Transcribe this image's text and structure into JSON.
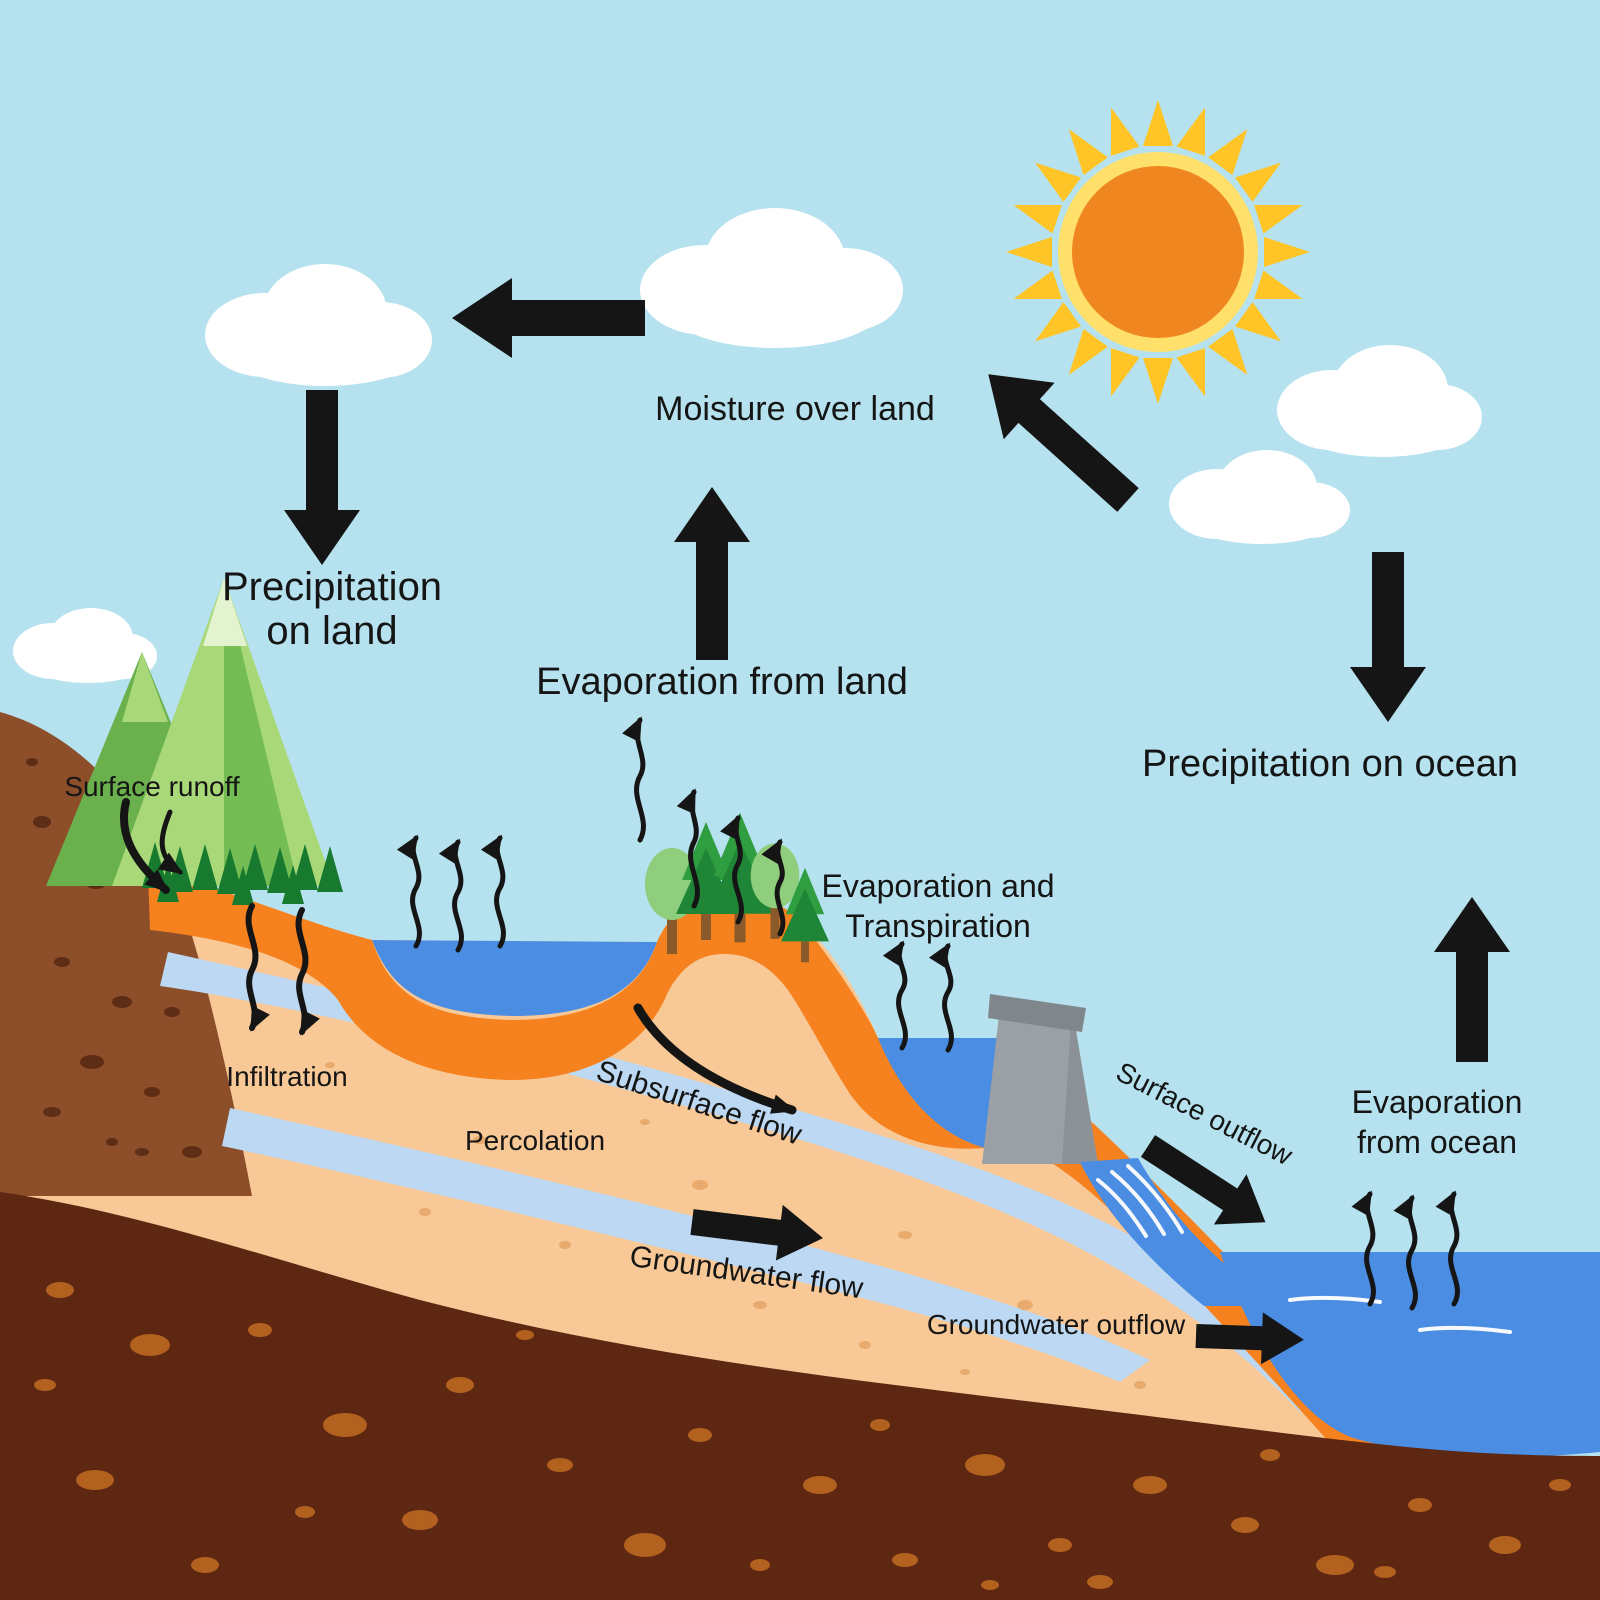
{
  "labels": {
    "moisture_over_land": "Moisture over land",
    "precipitation_on_land_line1": "Precipitation",
    "precipitation_on_land_line2": "on land",
    "evaporation_from_land": "Evaporation from land",
    "precipitation_on_ocean": "Precipitation on ocean",
    "evaporation_and_transpiration_line1": "Evaporation and",
    "evaporation_and_transpiration_line2": "Transpiration",
    "evaporation_from_ocean_line1": "Evaporation",
    "evaporation_from_ocean_line2": "from ocean",
    "surface_runoff": "Surface runoff",
    "infiltration": "Infiltration",
    "percolation": "Percolation",
    "subsurface_flow": "Subsurface flow",
    "groundwater_flow": "Groundwater flow",
    "surface_outflow": "Surface outflow",
    "groundwater_outflow": "Groundwater outflow"
  },
  "colors": {
    "sky": "#b5e2ee",
    "cloud": "#ffffff",
    "arrow": "#151515",
    "label_text": "#151515",
    "sun_core": "#f0861f",
    "sun_ring": "#ffe06b",
    "sun_rays": "#ffc527",
    "topsoil_orange": "#f5821f",
    "soil_tan": "#f8c897",
    "aquifer_blue": "#bcd8f2",
    "water_blue": "#4a8de2",
    "bedrock_brown": "#5e2712",
    "bedrock_speckle": "#b2611f",
    "hill_brown": "#8d4e2a",
    "mountain_green_light": "#a8d878",
    "mountain_green_mid": "#74bd55",
    "mountain_green_dark": "#6ab04c",
    "pine_green": "#177a2e",
    "tree_pine_light": "#2f9e41",
    "tree_pine_dark": "#1e8636",
    "tree_canopy_green": "#8fce7d",
    "trunk_brown": "#8a5a2b",
    "dam_gray": "#9aa0a6"
  }
}
